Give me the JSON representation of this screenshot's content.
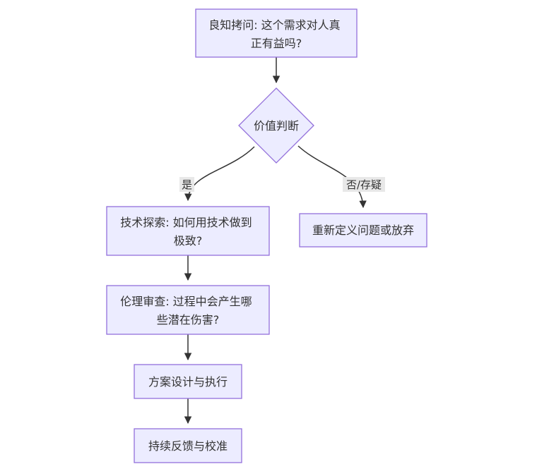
{
  "diagram": {
    "type": "flowchart",
    "direction": "top-down",
    "colors": {
      "node_fill": "#ECECFF",
      "node_border": "#9370DB",
      "edge_color": "#333333",
      "arrowhead_color": "#333333",
      "edge_label_bg": "#e8e8e8",
      "text_color": "#333333",
      "background": "#ffffff"
    },
    "nodes": {
      "conscience_question": {
        "shape": "rect",
        "label": "良知拷问: 这个需求对人真正有益吗?",
        "lines": [
          "良知拷问: 这个需求对人真",
          "正有益吗?"
        ]
      },
      "value_judgment": {
        "shape": "diamond",
        "label": "价值判断",
        "lines": [
          "价值判断"
        ]
      },
      "tech_exploration": {
        "shape": "rect",
        "label": "技术探索: 如何用技术做到极致?",
        "lines": [
          "技术探索: 如何用技术做到",
          "极致?"
        ]
      },
      "redefine_or_abandon": {
        "shape": "rect",
        "label": "重新定义问题或放弃",
        "lines": [
          "重新定义问题或放弃"
        ]
      },
      "ethics_review": {
        "shape": "rect",
        "label": "伦理审查: 过程中会产生哪些潜在伤害?",
        "lines": [
          "伦理审查: 过程中会产生哪",
          "些潜在伤害?"
        ]
      },
      "design_execute": {
        "shape": "rect",
        "label": "方案设计与执行",
        "lines": [
          "方案设计与执行"
        ]
      },
      "feedback_calibrate": {
        "shape": "rect",
        "label": "持续反馈与校准",
        "lines": [
          "持续反馈与校准"
        ]
      }
    },
    "edge_labels": {
      "yes": "是",
      "no_doubt": "否/存疑"
    },
    "edges": [
      {
        "from": "conscience_question",
        "to": "value_judgment",
        "label": ""
      },
      {
        "from": "value_judgment",
        "to": "tech_exploration",
        "label": "是"
      },
      {
        "from": "value_judgment",
        "to": "redefine_or_abandon",
        "label": "否/存疑"
      },
      {
        "from": "tech_exploration",
        "to": "ethics_review",
        "label": ""
      },
      {
        "from": "ethics_review",
        "to": "design_execute",
        "label": ""
      },
      {
        "from": "design_execute",
        "to": "feedback_calibrate",
        "label": ""
      }
    ]
  }
}
